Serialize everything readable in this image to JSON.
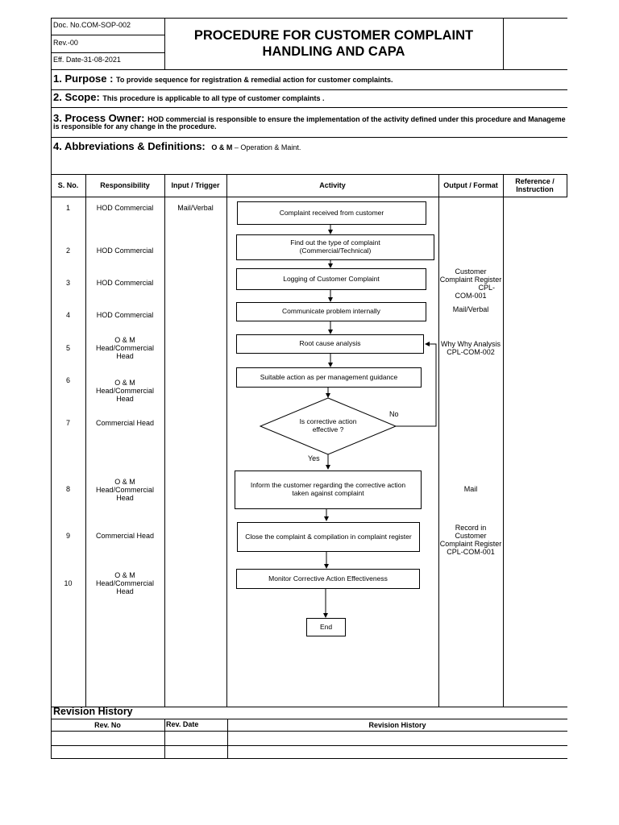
{
  "header": {
    "doc_no": "Doc. No.COM-SOP-002",
    "rev": "Rev.-00",
    "eff_date": "Eff. Date-31-08-2021",
    "title_line1": "PROCEDURE FOR CUSTOMER COMPLAINT",
    "title_line2": "HANDLING AND CAPA"
  },
  "sections": {
    "purpose_label": "1. Purpose :",
    "purpose_text": "To provide sequence for registration & remedial action for customer complaints.",
    "scope_label": "2. Scope:",
    "scope_text": "This procedure is applicable to all type of customer complaints .",
    "owner_label": "3. Process Owner:",
    "owner_text_line1": "HOD commercial  is  responsible to ensure the implementation of the activity defined under this procedure and Manageme",
    "owner_text_line2": "is responsible for any change in the procedure.",
    "abbr_label": "4. Abbreviations & Definitions:",
    "abbr_term": "O & M",
    "abbr_def": " – Operation & Maint."
  },
  "table": {
    "headers": {
      "sno": "S. No.",
      "responsibility": "Responsibility",
      "input": "Input /  Trigger",
      "activity": "Activity",
      "output": "Output / Format",
      "reference_line1": "Reference /",
      "reference_line2": "Instruction"
    },
    "sno": [
      "1",
      "2",
      "3",
      "4",
      "5",
      "6",
      "7",
      "8",
      "9",
      "10"
    ],
    "responsibility": {
      "r1": "HOD Commercial",
      "r2": "HOD Commercial",
      "r3": "HOD Commercial",
      "r4": "HOD Commercial",
      "r5": [
        "O & M",
        "Head/Commercial",
        "Head"
      ],
      "r6": [
        "O & M",
        "Head/Commercial",
        "Head"
      ],
      "r7": "Commercial Head",
      "r8": [
        "O & M",
        "Head/Commercial",
        "Head"
      ],
      "r9": "Commercial Head",
      "r10": [
        "O & M",
        "Head/Commercial",
        "Head"
      ]
    },
    "input_1": "Mail/Verbal",
    "outputs": {
      "o3": [
        "Customer",
        "Complaint Register",
        "CPL-",
        "COM-001"
      ],
      "o4": "Mail/Verbal",
      "o5": [
        "Why Why Analysis",
        "CPL-COM-002"
      ],
      "o8": "Mail",
      "o9": [
        "Record in",
        "Customer",
        "Complaint Register",
        "CPL-COM-001"
      ]
    }
  },
  "flow": {
    "s1": "Complaint received from customer",
    "s2_line1": "Find out the type of complaint",
    "s2_line2": "(Commercial/Technical)",
    "s3": "Logging of Customer Complaint",
    "s4": "Communicate problem internally",
    "s5": "Root cause analysis",
    "s6": "Suitable action as per management guidance",
    "d7_line1": "Is corrective action",
    "d7_line2": "effective ?",
    "no": "No",
    "yes": "Yes",
    "s8_line1": "Inform the customer regarding the corrective action",
    "s8_line2": "taken against complaint",
    "s9": "Close the complaint & compilation in complaint register",
    "s10": "Monitor Corrective Action Effectiveness",
    "end": "End"
  },
  "revision": {
    "title": "Revision History",
    "col_rev_no": "Rev. No",
    "col_rev_date": "Rev. Date",
    "col_history": "Revision History"
  }
}
